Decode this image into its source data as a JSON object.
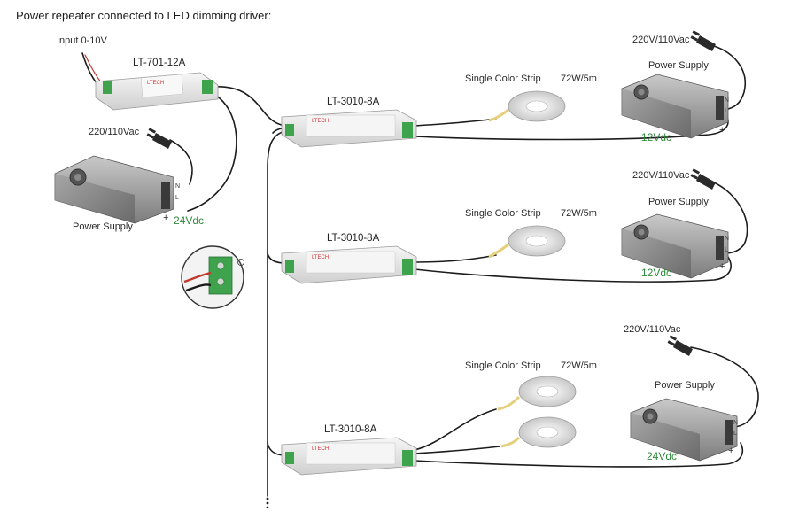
{
  "title": "Power repeater connected to LED dimming driver:",
  "input_label": "Input 0-10V",
  "repeater": {
    "model": "LT-701-12A",
    "supply_ac": "220/110Vac",
    "supply_dc": "24Vdc",
    "supply_label": "Power Supply"
  },
  "drivers": [
    {
      "model": "LT-3010-8A",
      "strip_label": "Single Color Strip",
      "strip_power": "72W/5m",
      "supply_ac": "220V/110Vac",
      "supply_label": "Power Supply",
      "supply_dc": "12Vdc"
    },
    {
      "model": "LT-3010-8A",
      "strip_label": "Single Color Strip",
      "strip_power": "72W/5m",
      "supply_ac": "220V/110Vac",
      "supply_label": "Power Supply",
      "supply_dc": "12Vdc"
    },
    {
      "model": "LT-3010-8A",
      "strip_label": "Single Color Strip",
      "strip_power": "72W/5m",
      "supply_ac": "220V/110Vac",
      "supply_label": "Power Supply",
      "supply_dc": "24Vdc"
    }
  ],
  "terminals": {
    "n": "N",
    "l": "L",
    "plus": "+",
    "minus": "-"
  },
  "brand": "LTECH",
  "colors": {
    "wire": "#1b1b1b",
    "dc_text": "#2f8a3a",
    "device_body": "#e9e9e9",
    "terminal": "#3fa34d"
  }
}
